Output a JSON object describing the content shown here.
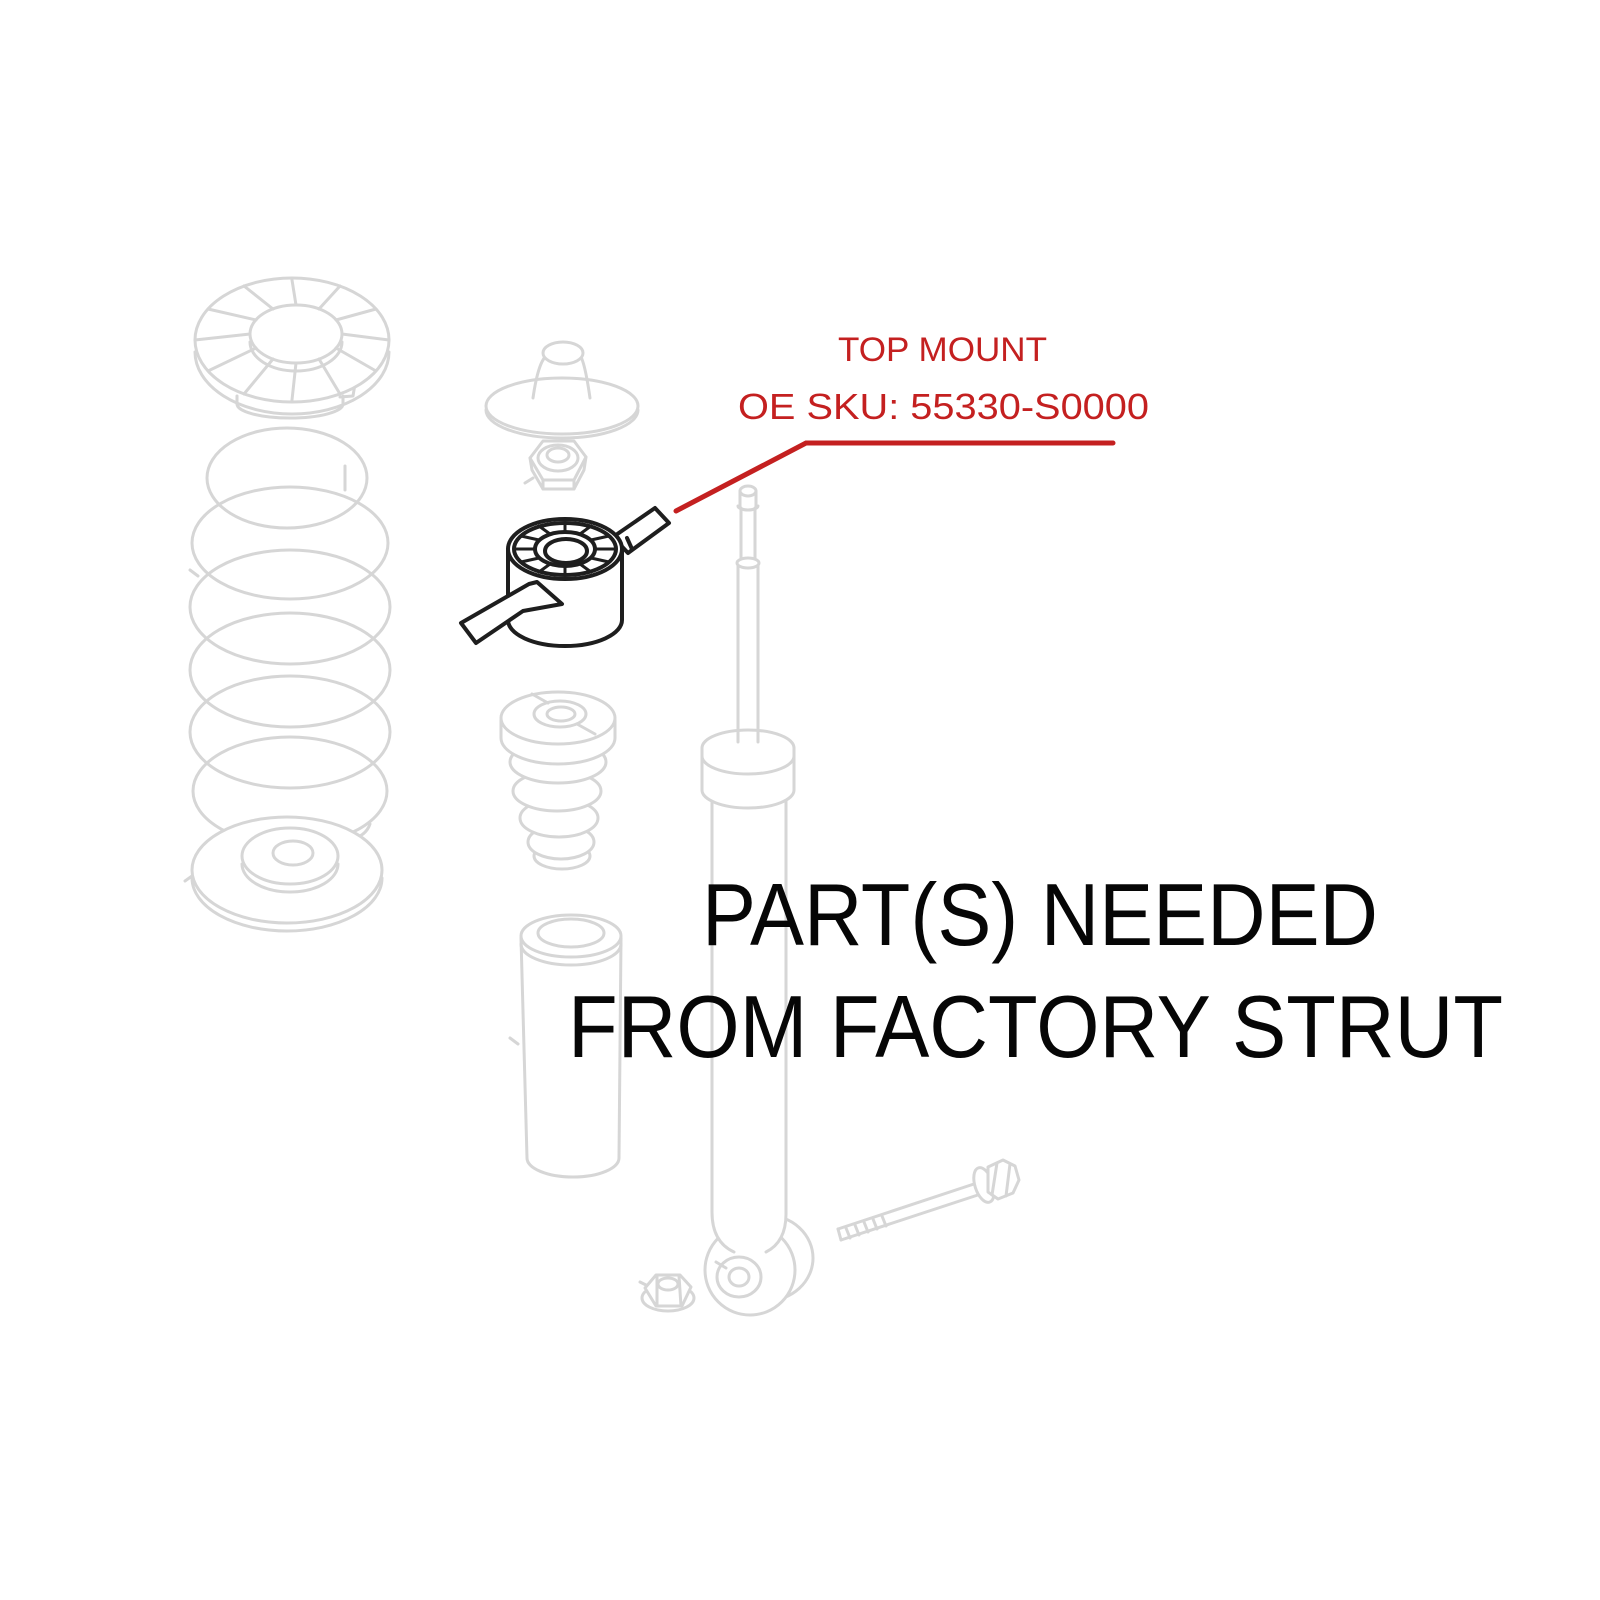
{
  "colors": {
    "annotation_red": "#c42020",
    "lineart_gray": "#d6d6d6",
    "highlight_black": "#1e1e1e",
    "caption_black": "#060606",
    "background": "#ffffff"
  },
  "annotation": {
    "title": "TOP MOUNT",
    "sku": "OE SKU: 55330-S0000"
  },
  "caption": {
    "line1": "PART(S) NEEDED",
    "line2": "FROM FACTORY STRUT"
  },
  "diagram": {
    "highlighted_part": "top-mount",
    "parts": [
      {
        "name": "upper-spring-seat",
        "highlighted": false
      },
      {
        "name": "coil-spring",
        "highlighted": false
      },
      {
        "name": "lower-spring-seat",
        "highlighted": false
      },
      {
        "name": "strut-cap",
        "highlighted": false
      },
      {
        "name": "strut-nut",
        "highlighted": false
      },
      {
        "name": "top-mount",
        "highlighted": true
      },
      {
        "name": "bump-stop",
        "highlighted": false
      },
      {
        "name": "dust-boot",
        "highlighted": false
      },
      {
        "name": "shock-absorber",
        "highlighted": false
      },
      {
        "name": "flange-nut",
        "highlighted": false
      },
      {
        "name": "mounting-bolt",
        "highlighted": false
      }
    ]
  }
}
